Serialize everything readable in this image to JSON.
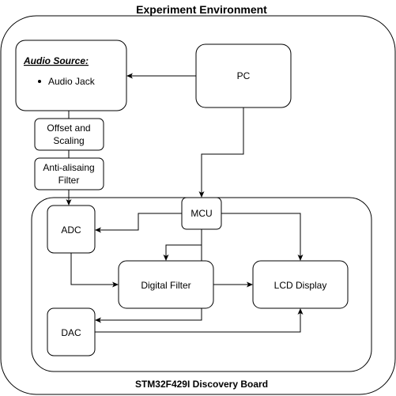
{
  "diagram": {
    "title": "Experiment Environment",
    "board_label": "STM32F429I Discovery Board",
    "nodes": {
      "audio_source": {
        "heading": "Audio Source:",
        "bullet": "Audio Jack"
      },
      "pc": {
        "label": "PC"
      },
      "offset_scaling": {
        "line1": "Offset and",
        "line2": "Scaling"
      },
      "anti_aliasing": {
        "line1": "Anti-alisaing",
        "line2": "Filter"
      },
      "mcu": {
        "label": "MCU"
      },
      "adc": {
        "label": "ADC"
      },
      "digital_filter": {
        "label": "Digital Filter"
      },
      "lcd_display": {
        "label": "LCD Display"
      },
      "dac": {
        "label": "DAC"
      }
    },
    "colors": {
      "stroke": "#000000",
      "fill": "#ffffff",
      "text": "#000000"
    }
  }
}
